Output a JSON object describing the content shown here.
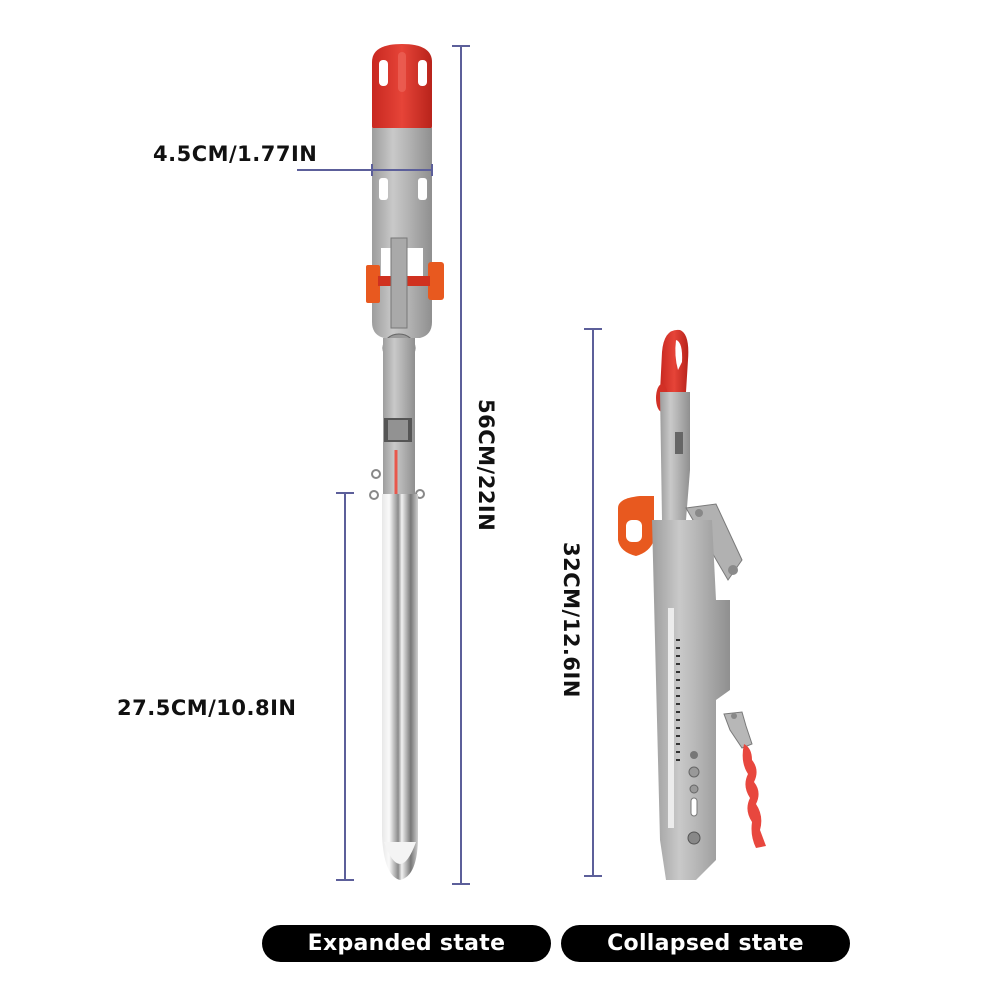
{
  "product": {
    "description": "Automatic spring fishing rod holder shown in two states with dimension annotations"
  },
  "dimensions": {
    "head_width": "4.5CM/1.77IN",
    "expanded_total_length": "56CM/22IN",
    "spike_length": "27.5CM/10.8IN",
    "collapsed_length": "32CM/12.6IN"
  },
  "labels": {
    "expanded": "Expanded state",
    "collapsed": "Collapsed state"
  },
  "colors": {
    "dimension_line": "#5c5f9a",
    "cap_red": "#d9332a",
    "clip_orange": "#e8591f",
    "steel": "#b9b9b9",
    "pill_bg": "#000000",
    "pill_text": "#ffffff"
  }
}
